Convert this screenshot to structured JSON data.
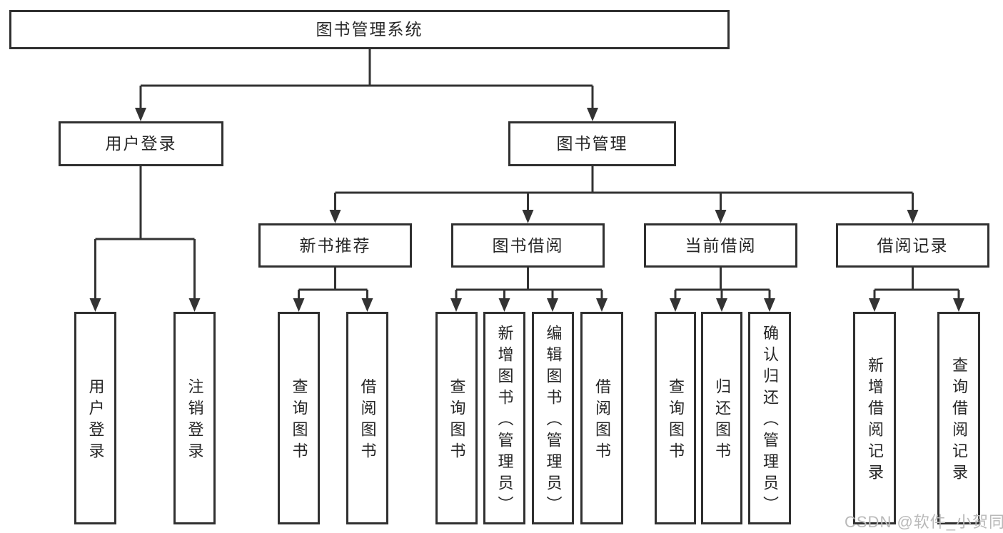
{
  "diagram": {
    "type": "hierarchy",
    "title": "图书管理系统"
  },
  "tree": {
    "label": "图书管理系统",
    "children": [
      {
        "label": "用户登录",
        "children": [
          {
            "label": "用户登录"
          },
          {
            "label": "注销登录"
          }
        ]
      },
      {
        "label": "图书管理",
        "children": [
          {
            "label": "新书推荐",
            "children": [
              {
                "label": "查询图书"
              },
              {
                "label": "借阅图书"
              }
            ]
          },
          {
            "label": "图书借阅",
            "children": [
              {
                "label": "查询图书"
              },
              {
                "label": "新增图书（管理员）"
              },
              {
                "label": "编辑图书（管理员）"
              },
              {
                "label": "借阅图书"
              }
            ]
          },
          {
            "label": "当前借阅",
            "children": [
              {
                "label": "查询图书"
              },
              {
                "label": "归还图书"
              },
              {
                "label": "确认归还（管理员）"
              }
            ]
          },
          {
            "label": "借阅记录",
            "children": [
              {
                "label": "新增借阅记录"
              },
              {
                "label": "查询借阅记录"
              }
            ]
          }
        ]
      }
    ]
  },
  "watermark": {
    "text": "CSDN @软件_小贺同学"
  },
  "colors": {
    "background": "#ffffff",
    "box_border": "#303030",
    "box_fill": "#ffffff",
    "text": "#262626",
    "connector_line": "#333333",
    "watermark_text": "#b9b9b9"
  }
}
